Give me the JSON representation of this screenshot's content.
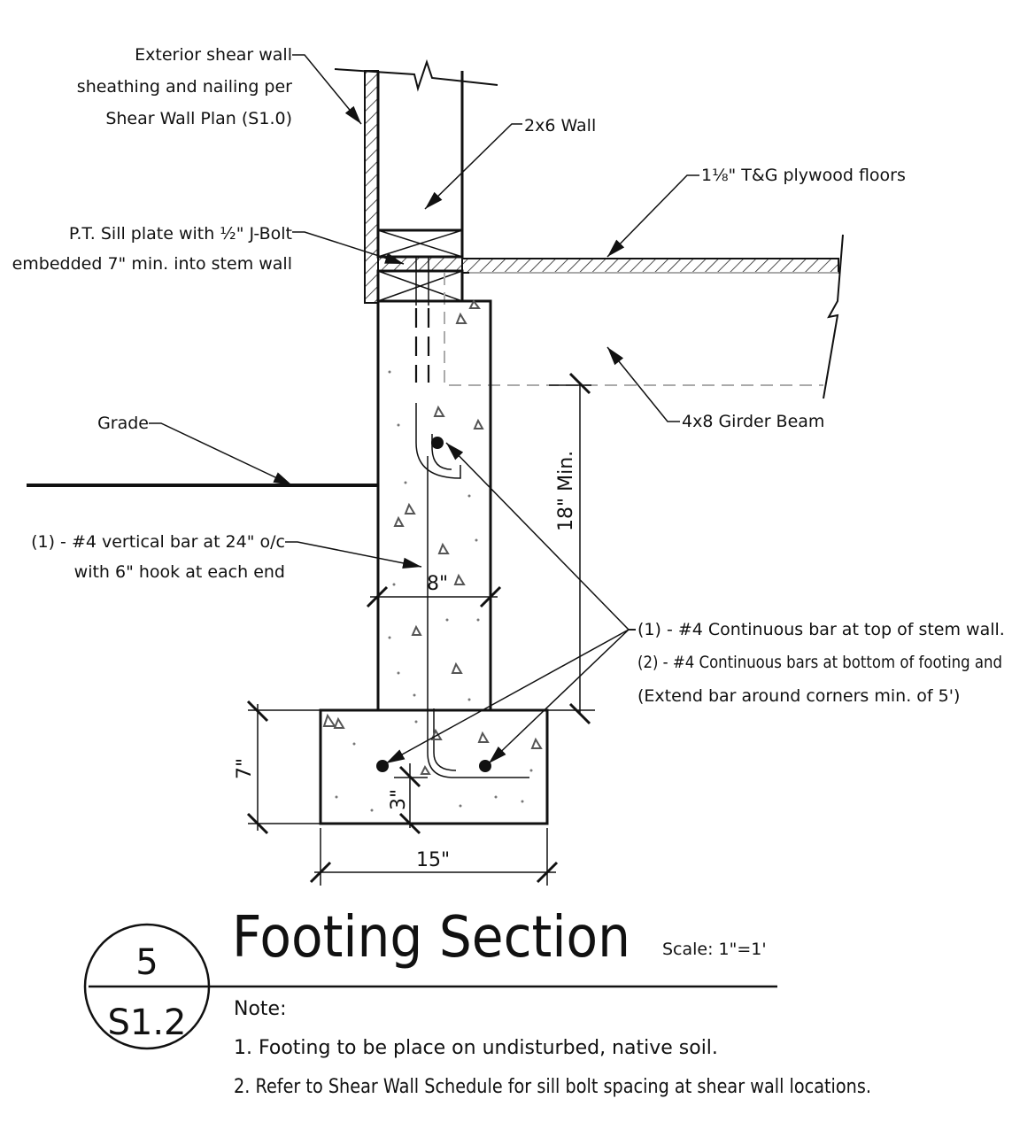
{
  "labels": {
    "shear_wall": [
      "Exterior shear wall",
      "sheathing and nailing per",
      "Shear Wall Plan (S1.0)"
    ],
    "wall": "2x6 Wall",
    "floors": "1⅛\" T&G plywood floors",
    "sill_plate": [
      "P.T. Sill plate with ½\" J-Bolt",
      "embedded 7\" min. into stem wall"
    ],
    "girder": "4x8 Girder Beam",
    "grade": "Grade",
    "vertical_bar": [
      "(1) - #4 vertical bar at 24\" o/c",
      "with 6\" hook at each end"
    ],
    "continuous_bars": [
      "(1) - #4 Continuous bar at top of stem wall.",
      "(2) - #4 Continuous bars at bottom of footing and",
      "(Extend bar around corners min. of 5')"
    ]
  },
  "dimensions": {
    "stem_width": "8\"",
    "min_height": "18\" Min.",
    "footing_depth": "7\"",
    "bar_cover": "3\"",
    "footing_width": "15\""
  },
  "title_block": {
    "title": "Footing Section",
    "scale": "Scale: 1\"=1'",
    "detail_number": "5",
    "sheet_number": "S1.2"
  },
  "notes": {
    "heading": "Note:",
    "items": [
      "1.  Footing to be place on undisturbed, native soil.",
      "2. Refer to Shear Wall Schedule for sill bolt spacing at shear wall locations."
    ]
  }
}
